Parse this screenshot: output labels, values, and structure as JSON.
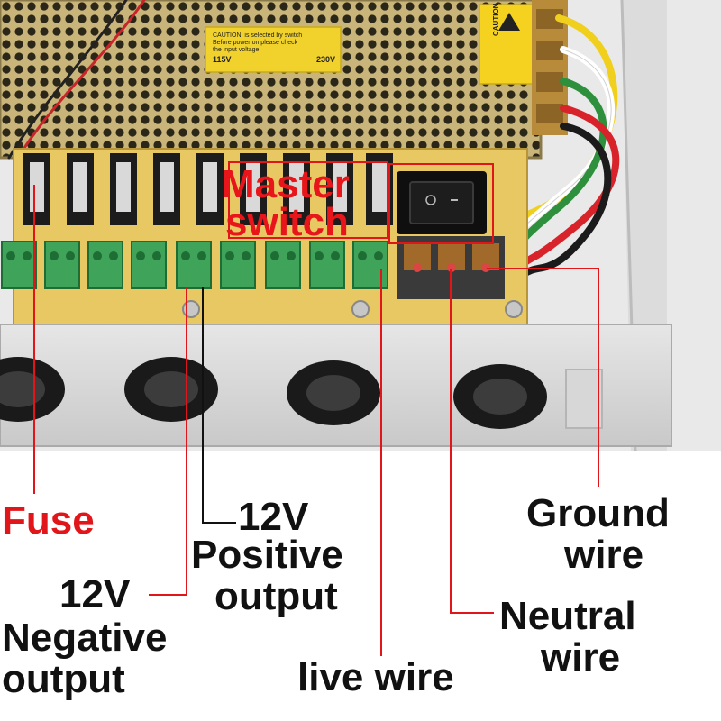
{
  "palette": {
    "callout_red": "#e0161b",
    "callout_black": "#111111",
    "pcb_yellow": "#e7c862",
    "terminal_green": "#3fa35a",
    "case_gray": "#d4d4d4"
  },
  "psu_sticker": {
    "line1": "CAUTION: is selected by switch",
    "line2": "Before power on please check",
    "line3": "the input voltage",
    "v115": "115V",
    "v230": "230V"
  },
  "caution_sticker": "CAUTION",
  "labels": {
    "master_switch": [
      "Master",
      "switch"
    ],
    "fuse": "Fuse",
    "positive": [
      "12V",
      "Positive",
      "output"
    ],
    "negative": [
      "12V",
      "Negative",
      "output"
    ],
    "live": "live wire",
    "neutral": [
      "Neutral",
      "wire"
    ],
    "ground": [
      "Ground",
      "wire"
    ]
  },
  "icons": [
    "fuse-icon",
    "rocker-switch-icon",
    "terminal-block-icon",
    "cable-grommet-icon",
    "warning-triangle-icon"
  ]
}
